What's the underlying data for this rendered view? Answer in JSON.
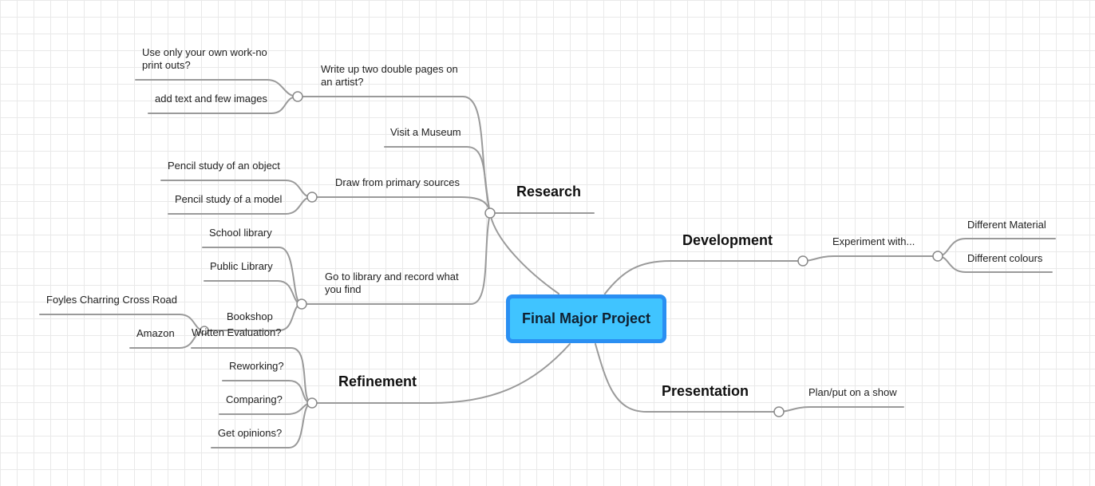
{
  "central": {
    "label": "Final Major Project"
  },
  "colors": {
    "central_fill": "#40c4ff",
    "central_border": "#2a8ff2",
    "connector": "#9a9a9a",
    "grid": "#e9e9e9"
  },
  "branches": {
    "research": {
      "label": "Research",
      "children": {
        "write_up": {
          "label": "Write up two double pages on an artist?",
          "children": [
            "Use only your own work-no print outs?",
            "add text and few images"
          ]
        },
        "museum": {
          "label": "Visit a Museum"
        },
        "draw": {
          "label": "Draw from primary sources",
          "children": [
            "Pencil study of an object",
            "Pencil study of a model"
          ]
        },
        "library": {
          "label": "Go to library and record what you find",
          "children": [
            "School library",
            "Public Library"
          ]
        },
        "bookshop": {
          "label": "Bookshop",
          "children": [
            "Foyles Charring Cross Road",
            "Amazon"
          ]
        }
      }
    },
    "development": {
      "label": "Development",
      "experiment": {
        "label": "Experiment with...",
        "children": [
          "Different Material",
          "Different colours"
        ]
      }
    },
    "presentation": {
      "label": "Presentation",
      "children": [
        "Plan/put on a show"
      ]
    },
    "refinement": {
      "label": "Refinement",
      "children": [
        "Written Evaluation?",
        "Reworking?",
        "Comparing?",
        "Get opinions?"
      ]
    }
  }
}
